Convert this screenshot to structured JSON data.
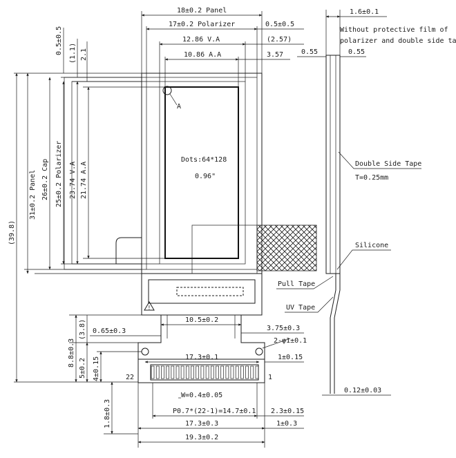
{
  "top_dims": {
    "panel": "18±0.2 Panel",
    "polarizer": "17±0.2 Polarizer",
    "va": "12.86 V.A",
    "aa": "10.86 A.A",
    "right_offset": "0.5±0.5",
    "va_offset": "(2.57)",
    "aa_offset": "3.57"
  },
  "left_dims": {
    "top_gap": "0.5±0.5",
    "top_gap2": "(1.1)",
    "top_gap3": "2.1",
    "overall": "(39.8)",
    "panel": "31±0.2 Panel",
    "cap": "26±0.2 Cap",
    "polarizer": "25±0.2 Polarizer",
    "va": "23.74 V.A",
    "aa": "21.74 A.A"
  },
  "display": {
    "dots": "Dots:64*128",
    "size": "0.96\"",
    "marker": "A"
  },
  "fpc_dims": {
    "fpc_width": "10.5±0.2",
    "left_offset": "0.65±0.3",
    "right_offset": "3.75±0.3",
    "right_vertical": "(3.8)",
    "hole": "2-φ1±0.1",
    "pin_span": "17.3±0.1",
    "hole_edge": "1±0.15",
    "len_88": "8.8±0.3",
    "len_5": "5±0.2",
    "len_4": "4±0.15",
    "pin_first": "22",
    "pin_last": "1",
    "pin_width": "W=0.4±0.05",
    "pitch": "P0.7*(22-1)=14.7±0.1",
    "pitch_offset": "2.3±0.15",
    "stiffener": "17.3±0.3",
    "stiffener_offset": "1±0.3",
    "overall_width": "19.3±0.2",
    "bottom_len": "1.8±0.3"
  },
  "side_view": {
    "thickness": "1.6±0.1",
    "note_line1": "Without protective film of",
    "note_line2": "polarizer and double side tape",
    "left_gap": "0.55",
    "right_gap": "0.55",
    "double_tape": "Double Side Tape",
    "tape_thickness": "T=0.25mm",
    "silicone": "Silicone",
    "pull_tape": "Pull Tape",
    "uv_tape": "UV Tape",
    "fpc_thickness": "0.12±0.03"
  }
}
